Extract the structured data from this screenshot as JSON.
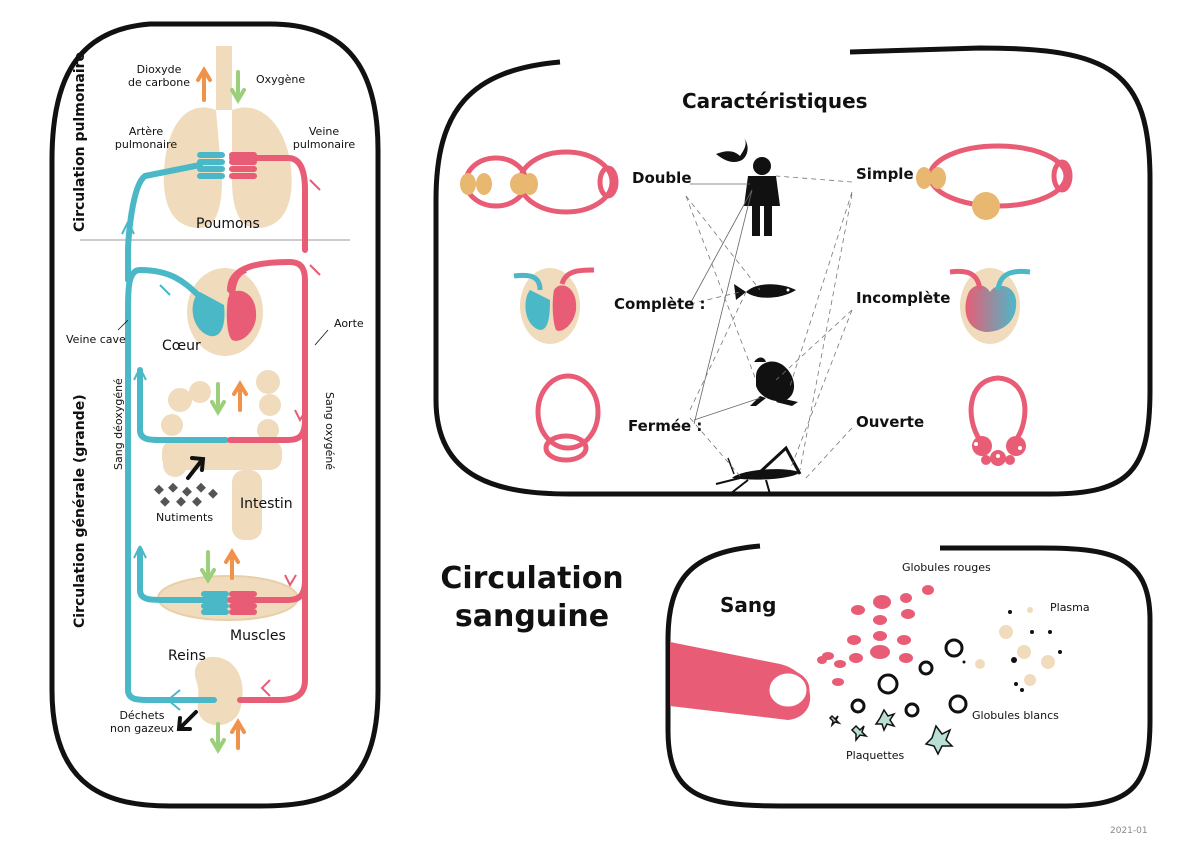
{
  "title": {
    "line1": "Circulation",
    "line2": "sanguine"
  },
  "version": "2021-01",
  "colors": {
    "oxygenated": "#e85d75",
    "deoxygenated": "#4bb8c8",
    "organ": "#f0dcbc",
    "co2": "#f0924a",
    "o2": "#9ccf7a",
    "outline": "#111111"
  },
  "circulation": {
    "pulmonary_label": "Circulation pulmonaire",
    "general_label": "Circulation générale (grande)",
    "labels": {
      "co2": "Dioxyde\nde carbone",
      "o2": "Oxygène",
      "pulmonary_artery": "Artère\npulmonaire",
      "pulmonary_vein": "Veine\npulmonaire",
      "lungs": "Poumons",
      "vena_cava": "Veine cave",
      "aorta": "Aorte",
      "heart": "Cœur",
      "deoxygenated_blood": "Sang déoxygéné",
      "oxygenated_blood": "Sang oxygéné",
      "intestine": "Intestin",
      "nutrients": "Nutiments",
      "muscles": "Muscles",
      "kidneys": "Reins",
      "waste": "Déchets\nnon gazeux"
    }
  },
  "characteristics": {
    "title": "Caractéristiques",
    "left": [
      "Double",
      "Complète :",
      "Fermée :"
    ],
    "right": [
      "Simple",
      "Incomplète",
      "Ouverte"
    ],
    "animals": [
      "bird-icon",
      "human-icon",
      "fish-icon",
      "frog-icon",
      "grasshopper-icon"
    ]
  },
  "blood": {
    "title": "Sang",
    "labels": {
      "red_cells": "Globules rouges",
      "plasma": "Plasma",
      "white_cells": "Globules blancs",
      "platelets": "Plaquettes"
    }
  }
}
